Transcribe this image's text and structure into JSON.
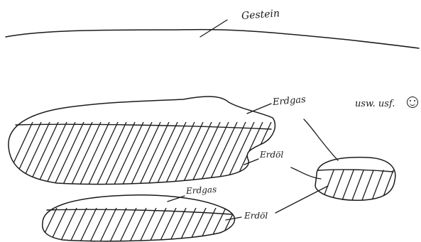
{
  "labels": {
    "gestein": "Gestein",
    "erdgas_upper": "Erdgas",
    "erdoel_upper": "Erdöl",
    "erdgas_lower": "Erdgas",
    "erdoel_lower": "Erdöl",
    "usw": "usw. usf."
  },
  "icons": {
    "smiley": "smiley-icon"
  },
  "colors": {
    "ink": "#1b1b1b",
    "paper": "#ffffff"
  }
}
